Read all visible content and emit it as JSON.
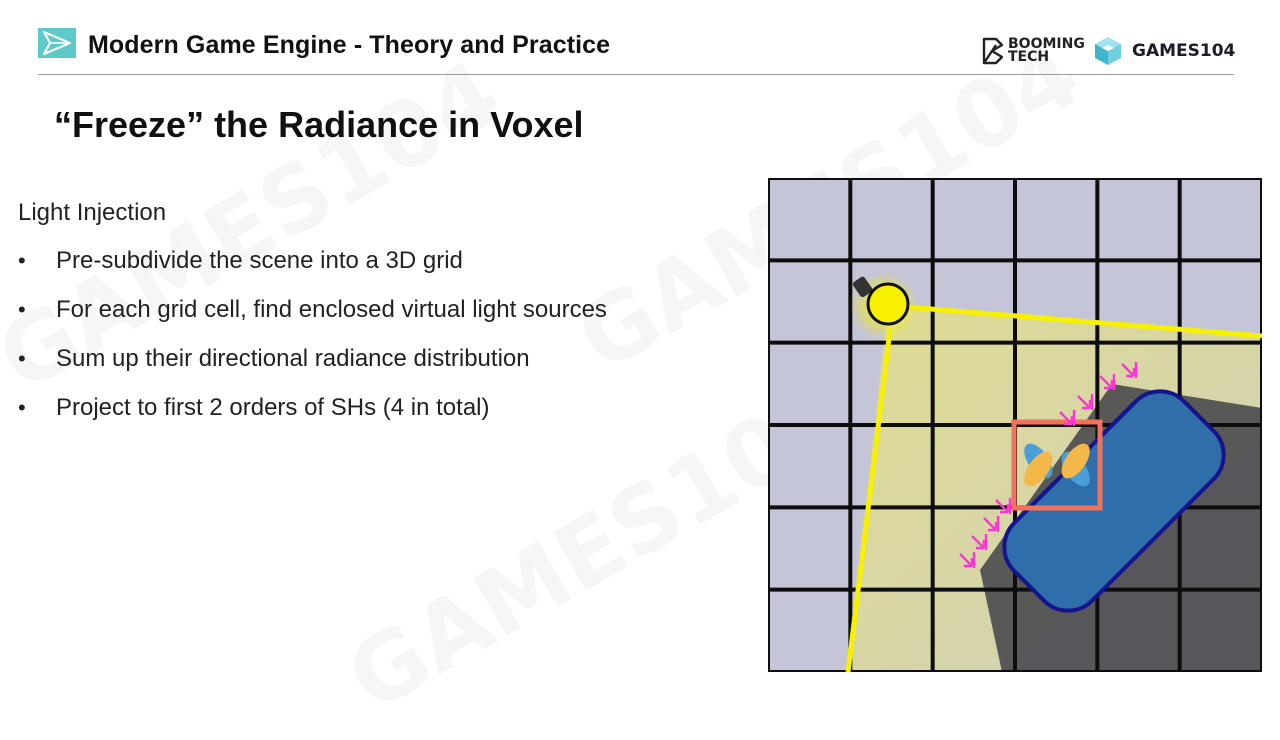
{
  "header": {
    "title": "Modern Game Engine - Theory and Practice",
    "brand_booming_line1": "BOOMING",
    "brand_booming_line2": "TECH",
    "brand_games": "GAMES104"
  },
  "slide": {
    "title": "“Freeze” the Radiance in Voxel",
    "section": "Light Injection",
    "bullets": [
      "Pre-subdivide the scene into a 3D grid",
      "For each grid cell, find enclosed virtual light sources",
      "Sum up their directional radiance distribution",
      "Project to first 2 orders of SHs (4 in total)"
    ],
    "bullet_symbol": "•"
  },
  "figure": {
    "grid_columns": 6,
    "grid_rows": 6,
    "colors": {
      "cell": "#c5c5d8",
      "grid_line": "#0d0d0d",
      "light": "#f7f100",
      "occluder_fill": "#2f6eaa",
      "occluder_border": "#14148c",
      "highlight_cell": "#f2715b",
      "arrows": "#ff33dd",
      "sh_lobe_blue": "#4a9fd8",
      "sh_lobe_orange": "#f4b84a"
    },
    "icons": [
      "light-bulb-icon",
      "sh-lobes-icon",
      "arrow-icon"
    ]
  },
  "watermark_text": "GAMES104"
}
